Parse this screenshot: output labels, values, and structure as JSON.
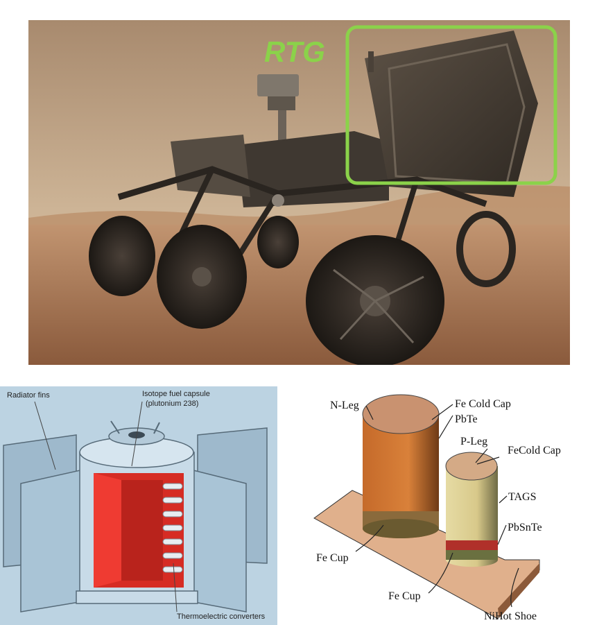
{
  "rover_photo": {
    "callout_label": "RTG",
    "callout_color": "#8bd24a"
  },
  "rtg_cutaway": {
    "labels": {
      "radiator_fins": "Radiator fins",
      "fuel_capsule_line1": "Isotope fuel capsule",
      "fuel_capsule_line2": "(plutonium 238)",
      "converters": "Thermoelectric converters"
    }
  },
  "thermocouple": {
    "labels": {
      "n_leg": "N-Leg",
      "fe_cold_cap_1": "Fe Cold Cap",
      "pbte": "PbTe",
      "p_leg": "P-Leg",
      "fe_cold_cap_2": "FeCold Cap",
      "tags": "TAGS",
      "pbsnte": "PbSnTe",
      "fe_cup_1": "Fe Cup",
      "fe_cup_2": "Fe Cup",
      "nihot_shoe": "NiHot Shoe"
    }
  }
}
